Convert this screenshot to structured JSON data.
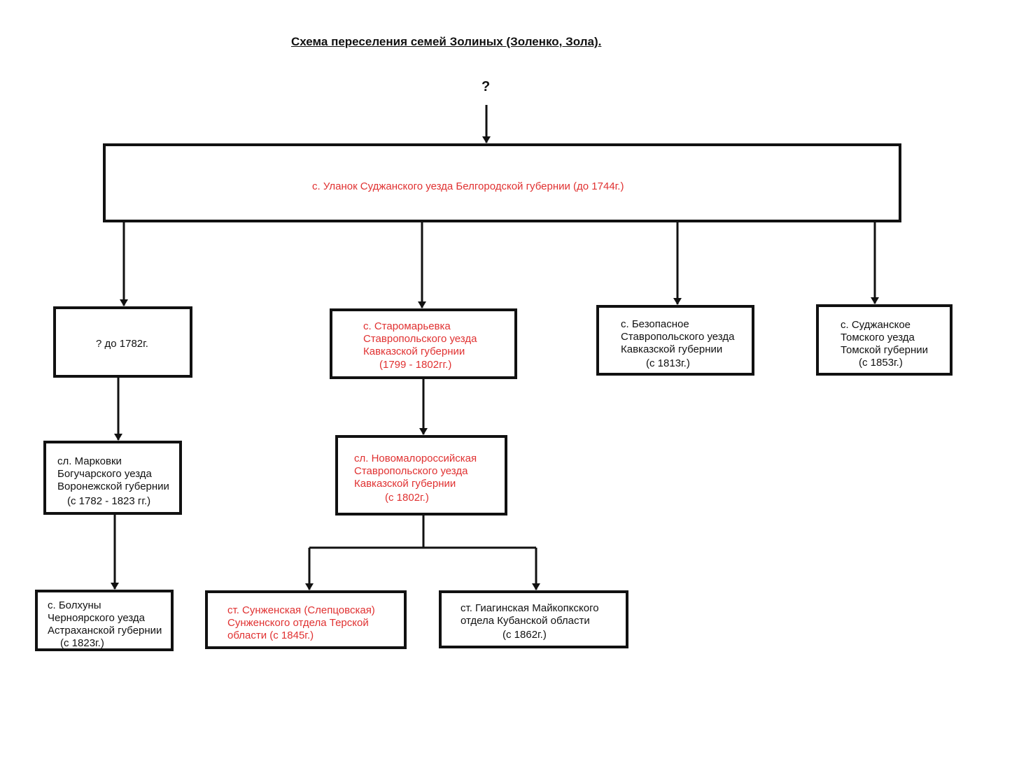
{
  "title": "Схема переселения семей Золиных (Золенко, Зола).",
  "origin_unknown": "?",
  "colors": {
    "highlight": "#e03131",
    "normal": "#111111"
  },
  "nodes": {
    "root": {
      "lines": [
        "с. Уланок Суджанского уезда Белгородской губернии (до 1744г.)"
      ],
      "highlight": true
    },
    "unknown_1782": {
      "lines": [
        "?  до 1782г."
      ],
      "highlight": false
    },
    "staromaryevka": {
      "lines": [
        "с. Старомарьевка",
        "Ставропольского уезда",
        "Кавказской губернии",
        "(1799 - 1802гг.)"
      ],
      "highlight": true
    },
    "bezopasnoe": {
      "lines": [
        "с. Безопасное",
        "Ставропольского уезда",
        "Кавказской губернии",
        "(с 1813г.)"
      ],
      "highlight": false
    },
    "sudzhanskoe": {
      "lines": [
        "с. Суджанское",
        "Томского уезда",
        "Томской губернии",
        "(с 1853г.)"
      ],
      "highlight": false
    },
    "markovki": {
      "lines": [
        "сл. Марковки",
        "Богучарского уезда",
        "Воронежской губернии",
        "(с 1782 - 1823 гг.)"
      ],
      "highlight": false
    },
    "novomalorossiyskaya": {
      "lines": [
        "сл. Новомалороссийская",
        "Ставропольского уезда",
        "Кавказской губернии",
        "(с 1802г.)"
      ],
      "highlight": true
    },
    "bolkhuny": {
      "lines": [
        "с. Болхуны",
        "Черноярского уезда",
        "Астраханской губернии",
        "(с 1823г.)"
      ],
      "highlight": false
    },
    "sunzhenskaya": {
      "lines": [
        "ст. Сунженская (Слепцовская)",
        "Сунженского отдела Терской",
        "области (с 1845г.)"
      ],
      "highlight": true
    },
    "giaginskaya": {
      "lines": [
        "ст. Гиагинская Майкопкского",
        "отдела Кубанской области",
        "(с 1862г.)"
      ],
      "highlight": false
    }
  }
}
